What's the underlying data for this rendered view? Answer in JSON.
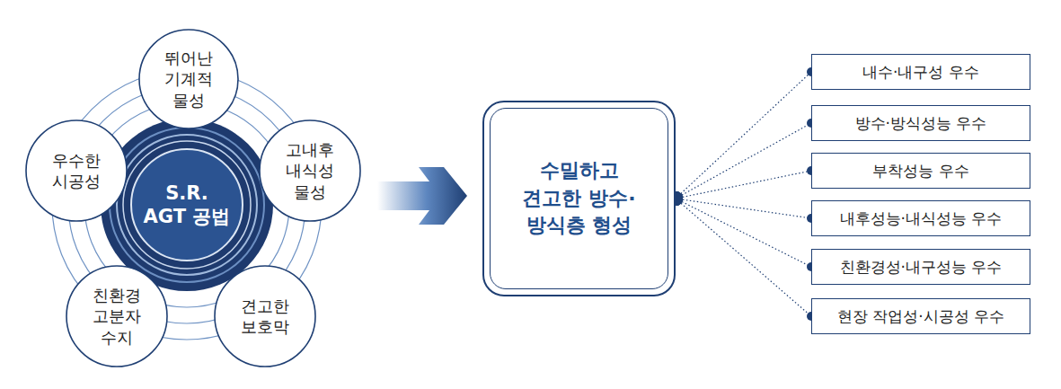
{
  "diagram": {
    "nodes": [
      {
        "text": [
          "S.R. AGT 공법"
        ]
      },
      {
        "text": [
          "뛰어난 기계적 물성"
        ]
      },
      {
        "text": [
          "고내후 내식성 물성"
        ]
      },
      {
        "text": [
          "견고한 보호막"
        ]
      },
      {
        "text": [
          "친환경 고분자 수지"
        ]
      },
      {
        "text": [
          "우수한 시공성"
        ]
      },
      {
        "text": [
          "수밀하고 견고한 방수·방식층 형성"
        ]
      },
      {
        "text": [
          "내수·내구성 우수"
        ]
      },
      {
        "text": [
          "방수·방식성능 우수"
        ]
      },
      {
        "text": [
          "부착성능 우수"
        ]
      },
      {
        "text": [
          "내후성능·내식성능 우수"
        ]
      },
      {
        "text": [
          "친환경성·내구성능 우수"
        ]
      },
      {
        "text": [
          "현장 작업성·시공성 우수"
        ]
      }
    ],
    "edges": [
      {
        "from": 6,
        "to": 7,
        "arrow": "none"
      },
      {
        "from": 6,
        "to": 8,
        "arrow": "none"
      },
      {
        "from": 6,
        "to": 9,
        "arrow": "none"
      },
      {
        "from": 6,
        "to": 10,
        "arrow": "none"
      },
      {
        "from": 6,
        "to": 11,
        "arrow": "none"
      },
      {
        "from": 6,
        "to": 12,
        "arrow": "none"
      }
    ]
  }
}
